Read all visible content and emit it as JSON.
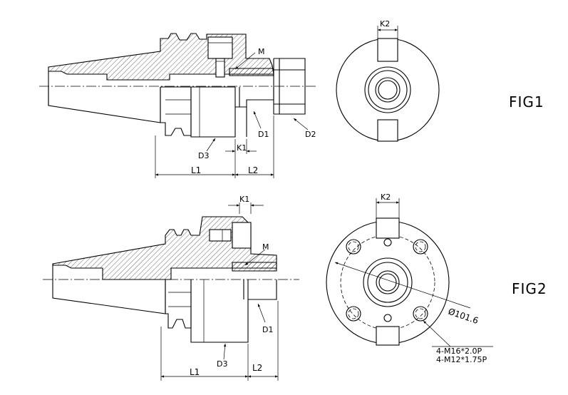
{
  "figures": [
    {
      "id": "fig1",
      "title": "FIG1",
      "labels": {
        "m": "M",
        "d1": "D1",
        "d2": "D2",
        "d3": "D3",
        "k1": "K1",
        "k2": "K2",
        "l1": "L1",
        "l2": "L2"
      }
    },
    {
      "id": "fig2",
      "title": "FIG2",
      "labels": {
        "m": "M",
        "d1": "D1",
        "d3": "D3",
        "k1": "K1",
        "k2": "K2",
        "l1": "L1",
        "l2": "L2"
      },
      "diameter": "Ø101.6",
      "thread_1": "4-M16*2.0P",
      "thread_2": "4-M12*1.75P"
    }
  ]
}
